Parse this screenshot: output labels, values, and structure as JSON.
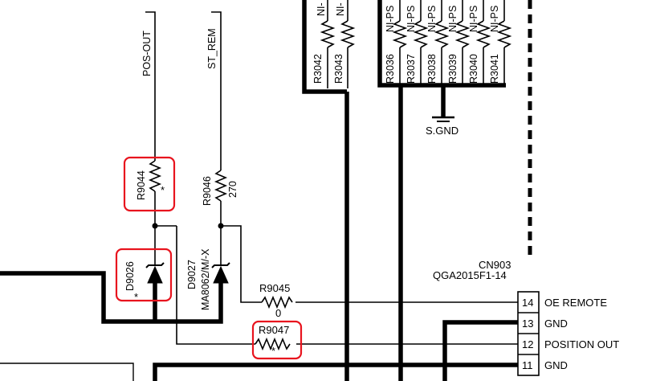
{
  "nets": {
    "pos_out": "POS-OUT",
    "st_rem": "ST_REM",
    "s_gnd": "S.GND"
  },
  "top_resistors": {
    "group_a": [
      {
        "ref": "R3042",
        "net": "NI-"
      },
      {
        "ref": "R3043",
        "net": "NI-"
      }
    ],
    "group_b": [
      {
        "ref": "R3036",
        "net": "NI-PS"
      },
      {
        "ref": "R3037",
        "net": "NI-PS"
      },
      {
        "ref": "R3038",
        "net": "NI-PS"
      },
      {
        "ref": "R3039",
        "net": "NI-PS"
      },
      {
        "ref": "R3040",
        "net": "NI-PS"
      },
      {
        "ref": "R3041",
        "net": "NI-PS"
      }
    ]
  },
  "components": {
    "r9044": {
      "ref": "R9044",
      "mark": "*"
    },
    "r9046": {
      "ref": "R9046",
      "value": "270"
    },
    "d9026": {
      "ref": "D9026",
      "mark": "*"
    },
    "d9027": {
      "ref": "D9027",
      "part": "MA8062/M/-X"
    },
    "r9045": {
      "ref": "R9045",
      "value": "0"
    },
    "r9047": {
      "ref": "R9047",
      "mark": "*"
    }
  },
  "connector": {
    "ref": "CN903",
    "part": "QGA2015F1-14",
    "pins": [
      {
        "num": "14",
        "label": "OE REMOTE"
      },
      {
        "num": "13",
        "label": "GND"
      },
      {
        "num": "12",
        "label": "POSITION OUT"
      },
      {
        "num": "11",
        "label": "GND"
      }
    ]
  },
  "highlight_color": "#e8141e"
}
